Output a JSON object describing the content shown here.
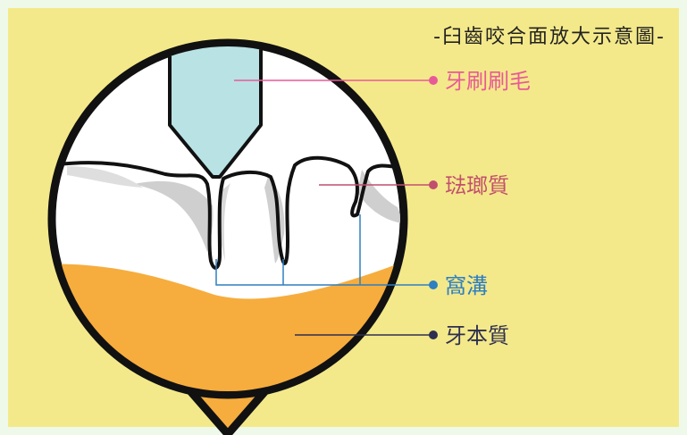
{
  "title": "-臼齒咬合面放大示意圖-",
  "labels": {
    "bristle": "牙刷刷毛",
    "enamel": "琺瑯質",
    "fissure": "窩溝",
    "dentin": "牙本質"
  },
  "colors": {
    "page_background": "#eef9e9",
    "panel_background": "#f4e98a",
    "bristle_fill": "#b9e2e4",
    "dentin_fill": "#f6ad3d",
    "enamel_shadow": "#cfcfcf",
    "bristle_label": "#e85a97",
    "enamel_label": "#c24f6e",
    "fissure_label": "#2f7fc1",
    "dentin_label": "#2f2f50"
  }
}
